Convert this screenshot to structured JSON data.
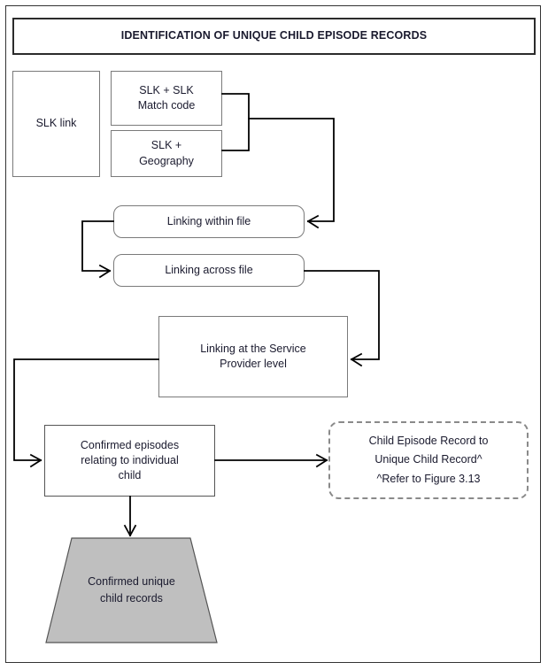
{
  "diagram": {
    "title": "IDENTIFICATION OF UNIQUE CHILD EPISODE RECORDS",
    "colors": {
      "frame_border": "#333333",
      "title_border": "#2b2b2b",
      "node_border": "#7a7a7a",
      "connector": "#000000",
      "terminator_fill": "#bfbfbf",
      "text": "#1a1a2e",
      "dashed_border": "#8a8a8a"
    },
    "nodes": {
      "slk_link": "SLK link",
      "slk_match_code": "SLK + SLK\nMatch code",
      "slk_geography": "SLK +\nGeography",
      "linking_within_file": "Linking within file",
      "linking_across_file": "Linking across file",
      "linking_service_provider": "Linking at the Service\nProvider level",
      "confirmed_episodes": "Confirmed episodes\nrelating to individual\nchild",
      "child_episode_record": "Child Episode Record to\nUnique Child Record^\n^Refer to Figure 3.13",
      "confirmed_unique_records": "Confirmed unique\nchild records"
    },
    "node_lines": {
      "slk_match_code": [
        "SLK + SLK",
        "Match code"
      ],
      "slk_geography": [
        "SLK +",
        "Geography"
      ],
      "linking_service_provider": [
        "Linking at the Service",
        "Provider level"
      ],
      "confirmed_episodes": [
        "Confirmed episodes",
        "relating to individual",
        "child"
      ],
      "child_episode_record": [
        "Child Episode Record to",
        "Unique Child Record^",
        "^Refer to Figure 3.13"
      ],
      "confirmed_unique_records": [
        "Confirmed unique",
        "child records"
      ]
    },
    "flow_edges": [
      {
        "from": "slk_match_code",
        "to": "linking_within_file",
        "style": "bracket-join-arrow"
      },
      {
        "from": "slk_geography",
        "to": "linking_within_file",
        "style": "bracket-join-arrow"
      },
      {
        "from": "linking_within_file",
        "to": "linking_across_file",
        "style": "left-loop-arrow"
      },
      {
        "from": "linking_across_file",
        "to": "linking_service_provider",
        "style": "right-loop-arrow"
      },
      {
        "from": "linking_service_provider",
        "to": "confirmed_episodes",
        "style": "left-loop-arrow"
      },
      {
        "from": "confirmed_episodes",
        "to": "child_episode_record",
        "style": "straight-arrow-right"
      },
      {
        "from": "confirmed_episodes",
        "to": "confirmed_unique_records",
        "style": "straight-arrow-down"
      }
    ]
  }
}
